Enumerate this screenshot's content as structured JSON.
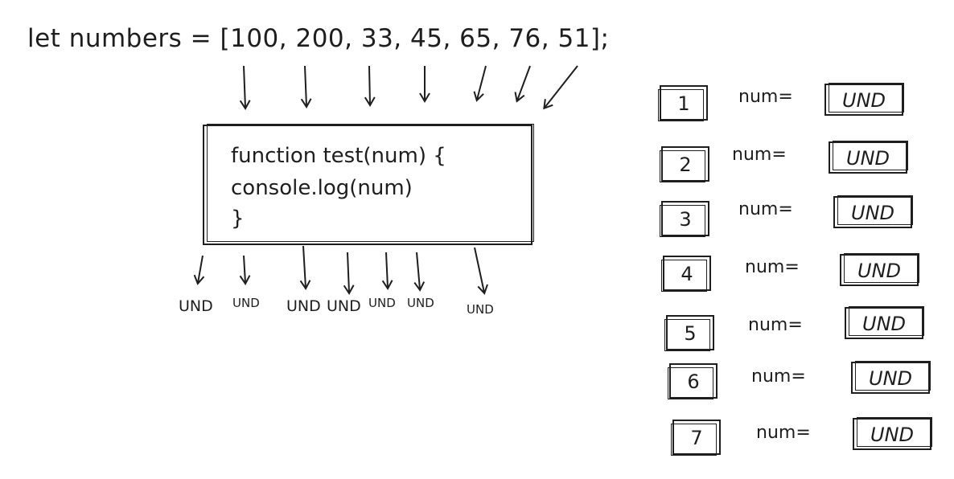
{
  "declaration": "let numbers = [100, 200, 33, 45, 65, 76, 51];",
  "function_code": {
    "line1": "function test(num) {",
    "line2": "console.log(num)",
    "line3": "}"
  },
  "outputs": [
    "UND",
    "UND",
    "UND",
    "UND",
    "UND",
    "UND",
    "UND"
  ],
  "rows": [
    {
      "index": "1",
      "label": "num=",
      "value": "UND"
    },
    {
      "index": "2",
      "label": "num=",
      "value": "UND"
    },
    {
      "index": "3",
      "label": "num=",
      "value": "UND"
    },
    {
      "index": "4",
      "label": "num=",
      "value": "UND"
    },
    {
      "index": "5",
      "label": "num=",
      "value": "UND"
    },
    {
      "index": "6",
      "label": "num=",
      "value": "UND"
    },
    {
      "index": "7",
      "label": "num=",
      "value": "UND"
    }
  ]
}
